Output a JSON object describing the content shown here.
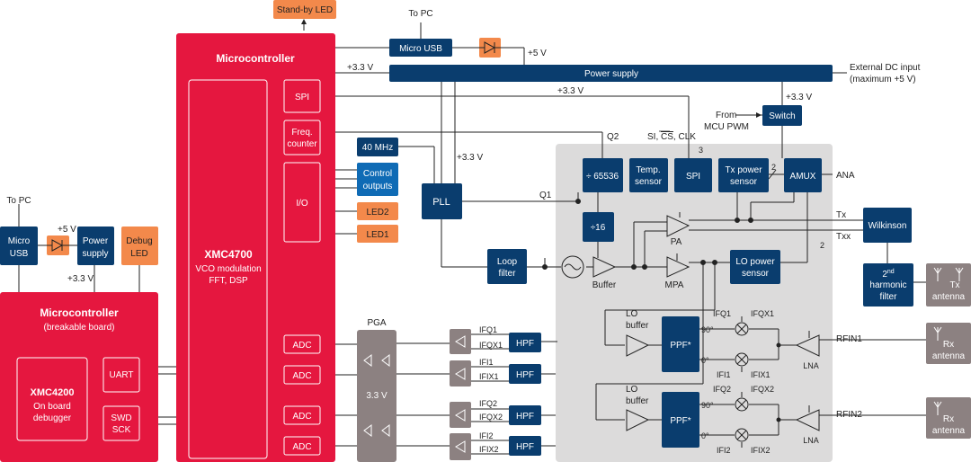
{
  "colors": {
    "red": "#e5173f",
    "blue": "#0a3d6e",
    "bright_blue": "#0f6bb5",
    "orange": "#f3894b",
    "gray": "#8c8181",
    "chip": "#dcdbdb"
  },
  "top": {
    "standby_led": "Stand-by LED",
    "to_pc": "To PC",
    "micro_usb": "Micro USB",
    "plus5v": "+5 V",
    "plus3v3": "+3.3 V",
    "power_supply": "Power supply",
    "ext_dc_1": "External DC input",
    "ext_dc_2": "(maximum +5 V)"
  },
  "mcu_main": {
    "title": "Microcontroller",
    "spi": "SPI",
    "freq_1": "Freq.",
    "freq_2": "counter",
    "io": "I/O",
    "core_name": "XMC4700",
    "core_desc_1": "VCO modulation",
    "core_desc_2": "FFT, DSP",
    "adc_labels": [
      "ADC",
      "ADC",
      "ADC",
      "ADC"
    ]
  },
  "mid": {
    "mhz40": "40 MHz",
    "control_1": "Control",
    "control_2": "outputs",
    "led2": "LED2",
    "led1": "LED1",
    "pll": "PLL",
    "loop_1": "Loop",
    "loop_2": "filter",
    "pga": "PGA",
    "pga_v": "3.3 V",
    "hpf": [
      "HPF",
      "HPF",
      "HPF",
      "HPF"
    ],
    "sig_labels": [
      "IFQ1",
      "IFQX1",
      "IFI1",
      "IFIX1",
      "IFQ2",
      "IFQX2",
      "IFI2",
      "IFIX2"
    ],
    "plus3v3_pll": "+3.3 V"
  },
  "left": {
    "to_pc": "To PC",
    "micro_usb_1": "Micro",
    "micro_usb_2": "USB",
    "plus5v": "+5 V",
    "ps_1": "Power",
    "ps_2": "supply",
    "debug_1": "Debug",
    "debug_2": "LED",
    "plus3v3": "+3.3 V",
    "mcu_title": "Microcontroller",
    "mcu_sub": "(breakable board)",
    "core_name": "XMC4200",
    "core_desc_1": "On board",
    "core_desc_2": "debugger",
    "uart": "UART",
    "swd_1": "SWD",
    "swd_2": "SCK"
  },
  "chip": {
    "div65536": "÷ 65536",
    "temp_1": "Temp.",
    "temp_2": "sensor",
    "spi": "SPI",
    "txps_1": "Tx power",
    "txps_2": "sensor",
    "amux": "AMUX",
    "ana": "ANA",
    "div16": "÷16",
    "pa": "PA",
    "mpa": "MPA",
    "buffer": "Buffer",
    "lops_1": "LO power",
    "lops_2": "sensor",
    "q1": "Q1",
    "q2": "Q2",
    "spi_sig_a": "SI, ",
    "spi_sig_cs": "CS",
    "spi_sig_b": ", CLK",
    "bus3": "3",
    "bus2a": "2",
    "bus2b": "2",
    "from_mcu_1": "From",
    "from_mcu_2": "MCU PWM",
    "switch": "Switch",
    "plus3v3_sw": "+3.3 V",
    "lo_buffer": "LO",
    "lo_buffer_2": "buffer",
    "ppf": "PPF*",
    "deg90": "90°",
    "deg0": "0°",
    "lna": "LNA",
    "ifq1": "IFQ1",
    "ifqx1": "IFQX1",
    "ifi1": "IFI1",
    "ifix1": "IFIX1",
    "ifq2": "IFQ2",
    "ifqx2": "IFQX2",
    "ifi2": "IFI2",
    "ifix2": "IFIX2"
  },
  "right": {
    "tx": "Tx",
    "txx": "Txx",
    "wilkinson": "Wilkinson",
    "harm_sup": "nd",
    "harm_num": "2",
    "harm_1": "harmonic",
    "harm_2": "filter",
    "tx_ant_1": "Tx",
    "tx_ant_2": "antenna",
    "rx_ant_1": "Rx",
    "rx_ant_2": "antenna",
    "rfin1": "RFIN1",
    "rfin2": "RFIN2"
  }
}
